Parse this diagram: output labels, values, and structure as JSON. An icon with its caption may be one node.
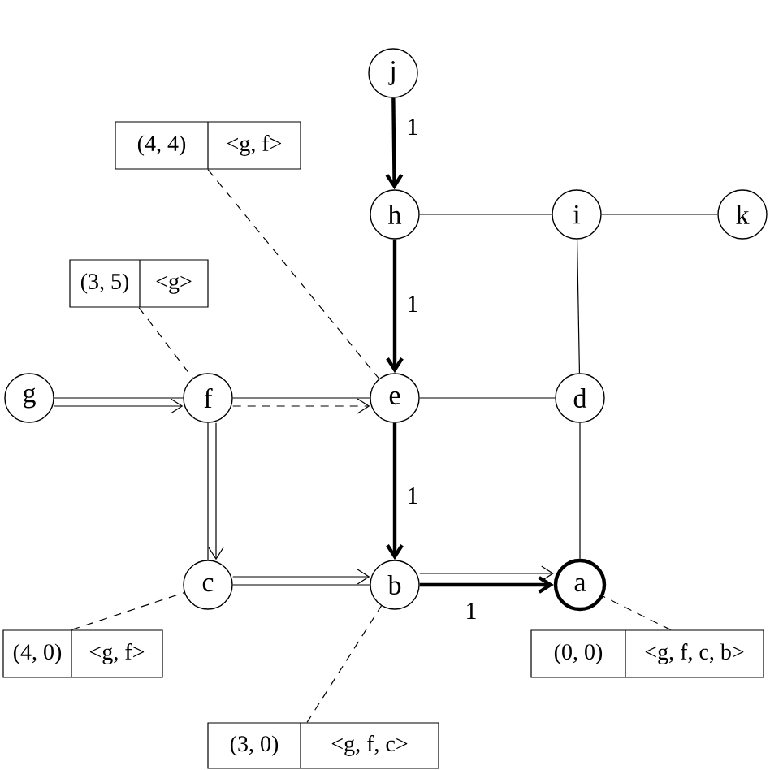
{
  "diagram": {
    "nodes": [
      {
        "text": [
          "j"
        ]
      },
      {
        "text": [
          "(4, 4)",
          "<g, f>"
        ]
      },
      {
        "text": [
          "h"
        ]
      },
      {
        "text": [
          "i"
        ]
      },
      {
        "text": [
          "k"
        ]
      },
      {
        "text": [
          "(3, 5)",
          "<g>"
        ]
      },
      {
        "text": [
          "g"
        ]
      },
      {
        "text": [
          "f"
        ]
      },
      {
        "text": [
          "e"
        ]
      },
      {
        "text": [
          "d"
        ]
      },
      {
        "text": [
          "c"
        ]
      },
      {
        "text": [
          "b"
        ]
      },
      {
        "text": [
          "a"
        ]
      },
      {
        "text": [
          "(4, 0)",
          "<g, f>"
        ]
      },
      {
        "text": [
          "(0, 0)",
          "<g, f, c, b>"
        ]
      },
      {
        "text": [
          "(3, 0)",
          "<g, f, c>"
        ]
      }
    ],
    "edges": [
      {
        "from": 0,
        "to": 2,
        "arrow": "to",
        "style": "thick",
        "label": "1"
      },
      {
        "from": 2,
        "to": 8,
        "arrow": "to",
        "style": "thick",
        "label": "1"
      },
      {
        "from": 8,
        "to": 11,
        "arrow": "to",
        "style": "thick",
        "label": "1"
      },
      {
        "from": 11,
        "to": 12,
        "arrow": "to",
        "style": "thick",
        "label": "1"
      },
      {
        "from": 2,
        "to": 3,
        "arrow": "none"
      },
      {
        "from": 3,
        "to": 4,
        "arrow": "none"
      },
      {
        "from": 3,
        "to": 9,
        "arrow": "none"
      },
      {
        "from": 8,
        "to": 9,
        "arrow": "none"
      },
      {
        "from": 9,
        "to": 12,
        "arrow": "none"
      },
      {
        "from": 6,
        "to": 7,
        "arrow": "none"
      },
      {
        "from": 6,
        "to": 7,
        "arrow": "to"
      },
      {
        "from": 7,
        "to": 10,
        "arrow": "none"
      },
      {
        "from": 7,
        "to": 10,
        "arrow": "to"
      },
      {
        "from": 10,
        "to": 11,
        "arrow": "none"
      },
      {
        "from": 10,
        "to": 11,
        "arrow": "to"
      },
      {
        "from": 7,
        "to": 8,
        "arrow": "none"
      },
      {
        "from": 7,
        "to": 8,
        "arrow": "to",
        "style": "dashed"
      },
      {
        "from": 11,
        "to": 12,
        "arrow": "to"
      },
      {
        "from": 1,
        "to": 8,
        "arrow": "none",
        "style": "dashed"
      },
      {
        "from": 5,
        "to": 7,
        "arrow": "none",
        "style": "dashed"
      },
      {
        "from": 13,
        "to": 10,
        "arrow": "none",
        "style": "dashed"
      },
      {
        "from": 15,
        "to": 11,
        "arrow": "none",
        "style": "dashed"
      },
      {
        "from": 14,
        "to": 12,
        "arrow": "none",
        "style": "dashed"
      }
    ]
  }
}
